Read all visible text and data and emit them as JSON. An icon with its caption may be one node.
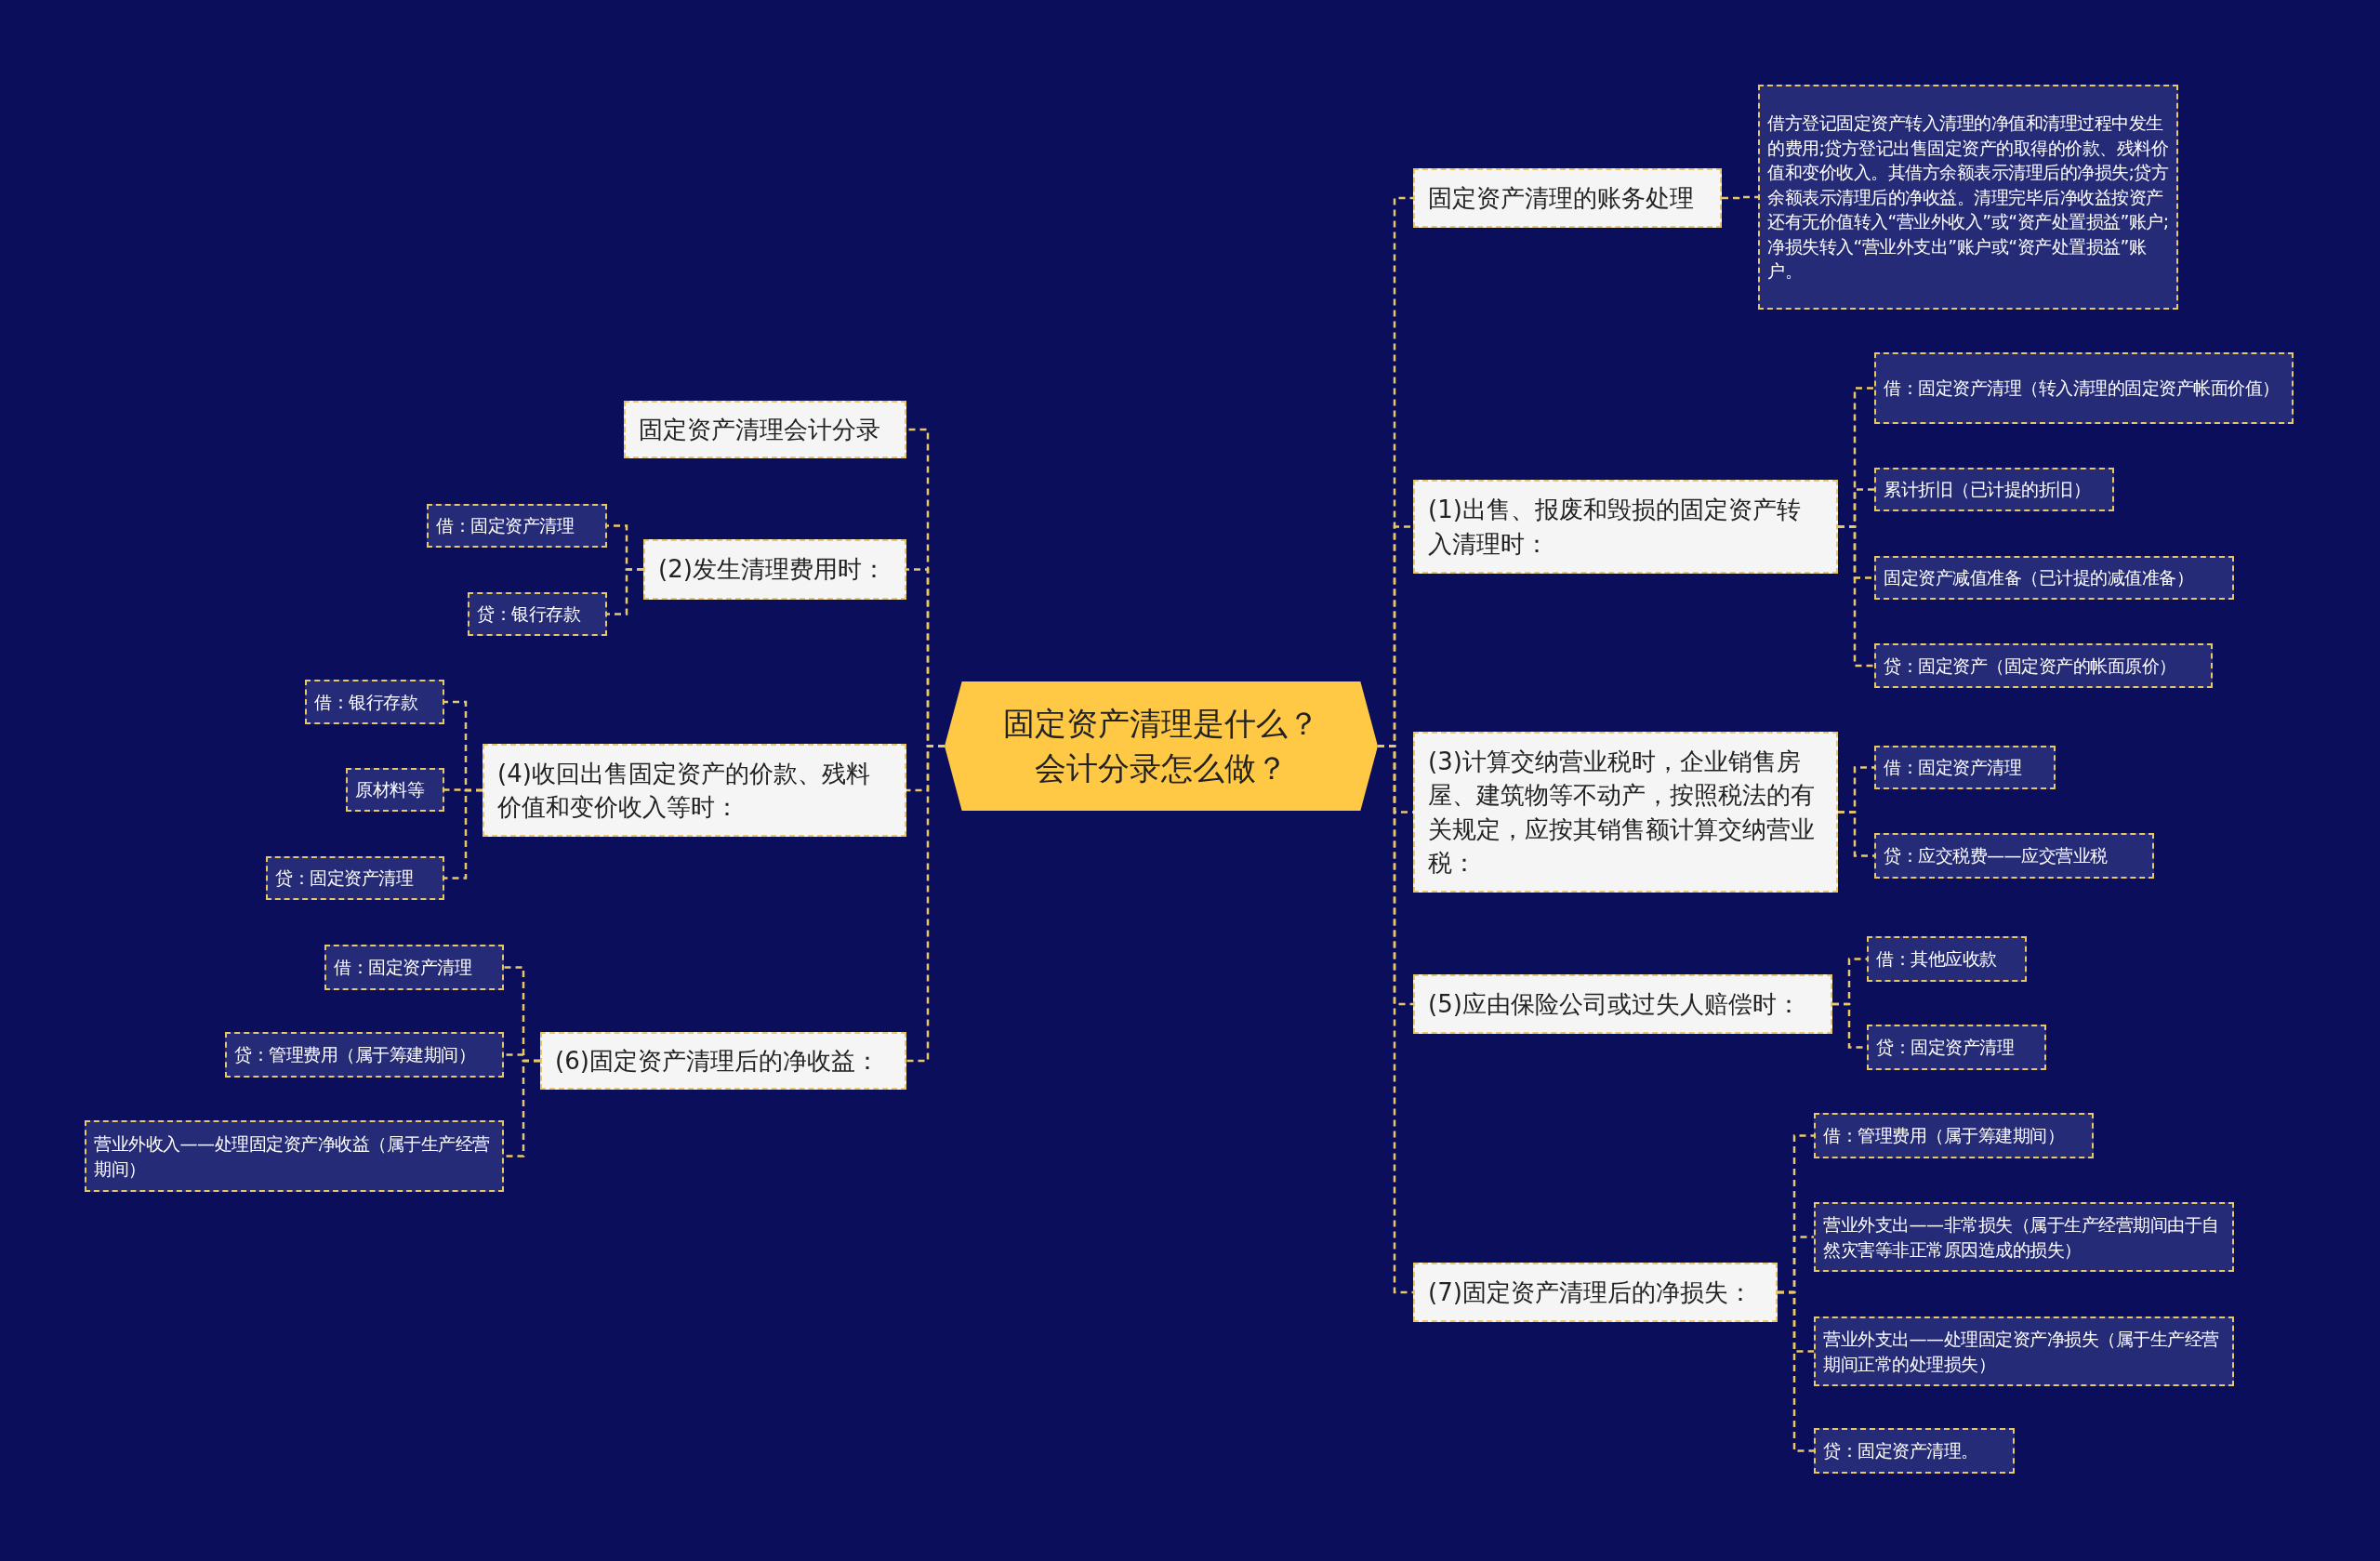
{
  "diagram": {
    "nodes": [
      {
        "text": [
          "固定资产清理是什么？会计分录怎么做？"
        ]
      },
      {
        "text": [
          "固定资产清理的账务处理"
        ]
      },
      {
        "text": [
          "借方登记固定资产转入清理的净值和清理过程中发生的费用;贷方登记出售固定资产的取得的价款、残料价值和变价收入。其借方余额表示清理后的净损失;贷方余额表示清理后的净收益。清理完毕后净收益按资产还有无价值转入“营业外收入”或“资产处置损益”账户;净损失转入“营业外支出”账户或“资产处置损益”账户。"
        ]
      },
      {
        "text": [
          "(1)出售、报废和毁损的固定资产转入清理时："
        ]
      },
      {
        "text": [
          "借：固定资产清理（转入清理的固定资产帐面价值）"
        ]
      },
      {
        "text": [
          "累计折旧（已计提的折旧）"
        ]
      },
      {
        "text": [
          "固定资产减值准备（已计提的减值准备）"
        ]
      },
      {
        "text": [
          "贷：固定资产（固定资产的帐面原价）"
        ]
      },
      {
        "text": [
          "(3)计算交纳营业税时，企业销售房屋、建筑物等不动产，按照税法的有关规定，应按其销售额计算交纳营业税："
        ]
      },
      {
        "text": [
          "借：固定资产清理"
        ]
      },
      {
        "text": [
          "贷：应交税费——应交营业税"
        ]
      },
      {
        "text": [
          "(5)应由保险公司或过失人赔偿时："
        ]
      },
      {
        "text": [
          "借：其他应收款"
        ]
      },
      {
        "text": [
          "贷：固定资产清理"
        ]
      },
      {
        "text": [
          "(7)固定资产清理后的净损失："
        ]
      },
      {
        "text": [
          "借：管理费用（属于筹建期间）"
        ]
      },
      {
        "text": [
          "营业外支出——非常损失（属于生产经营期间由于自然灾害等非正常原因造成的损失）"
        ]
      },
      {
        "text": [
          "营业外支出——处理固定资产净损失（属于生产经营期间正常的处理损失）"
        ]
      },
      {
        "text": [
          "贷：固定资产清理。"
        ]
      },
      {
        "text": [
          "固定资产清理会计分录"
        ]
      },
      {
        "text": [
          "(2)发生清理费用时："
        ]
      },
      {
        "text": [
          "借：固定资产清理"
        ]
      },
      {
        "text": [
          "贷：银行存款"
        ]
      },
      {
        "text": [
          "(4)收回出售固定资产的价款、残料价值和变价收入等时："
        ]
      },
      {
        "text": [
          "借：银行存款"
        ]
      },
      {
        "text": [
          "原材料等"
        ]
      },
      {
        "text": [
          "贷：固定资产清理"
        ]
      },
      {
        "text": [
          "(6)固定资产清理后的净收益："
        ]
      },
      {
        "text": [
          "借：固定资产清理"
        ]
      },
      {
        "text": [
          "贷：管理费用（属于筹建期间）"
        ]
      },
      {
        "text": [
          "营业外收入——处理固定资产净收益（属于生产经营期间）"
        ]
      }
    ],
    "edges": [
      {
        "from": 0,
        "to": 1,
        "arrow": "none"
      },
      {
        "from": 1,
        "to": 2,
        "arrow": "none"
      },
      {
        "from": 0,
        "to": 3,
        "arrow": "none"
      },
      {
        "from": 3,
        "to": 4,
        "arrow": "none"
      },
      {
        "from": 3,
        "to": 5,
        "arrow": "none"
      },
      {
        "from": 3,
        "to": 6,
        "arrow": "none"
      },
      {
        "from": 3,
        "to": 7,
        "arrow": "none"
      },
      {
        "from": 0,
        "to": 8,
        "arrow": "none"
      },
      {
        "from": 8,
        "to": 9,
        "arrow": "none"
      },
      {
        "from": 8,
        "to": 10,
        "arrow": "none"
      },
      {
        "from": 0,
        "to": 11,
        "arrow": "none"
      },
      {
        "from": 11,
        "to": 12,
        "arrow": "none"
      },
      {
        "from": 11,
        "to": 13,
        "arrow": "none"
      },
      {
        "from": 0,
        "to": 14,
        "arrow": "none"
      },
      {
        "from": 14,
        "to": 15,
        "arrow": "none"
      },
      {
        "from": 14,
        "to": 16,
        "arrow": "none"
      },
      {
        "from": 14,
        "to": 17,
        "arrow": "none"
      },
      {
        "from": 14,
        "to": 18,
        "arrow": "none"
      },
      {
        "from": 0,
        "to": 19,
        "arrow": "none"
      },
      {
        "from": 0,
        "to": 20,
        "arrow": "none"
      },
      {
        "from": 20,
        "to": 21,
        "arrow": "none"
      },
      {
        "from": 20,
        "to": 22,
        "arrow": "none"
      },
      {
        "from": 0,
        "to": 23,
        "arrow": "none"
      },
      {
        "from": 23,
        "to": 24,
        "arrow": "none"
      },
      {
        "from": 23,
        "to": 25,
        "arrow": "none"
      },
      {
        "from": 23,
        "to": 26,
        "arrow": "none"
      },
      {
        "from": 0,
        "to": 27,
        "arrow": "none"
      },
      {
        "from": 27,
        "to": 28,
        "arrow": "none"
      },
      {
        "from": 27,
        "to": 29,
        "arrow": "none"
      },
      {
        "from": 27,
        "to": 30,
        "arrow": "none"
      }
    ]
  }
}
